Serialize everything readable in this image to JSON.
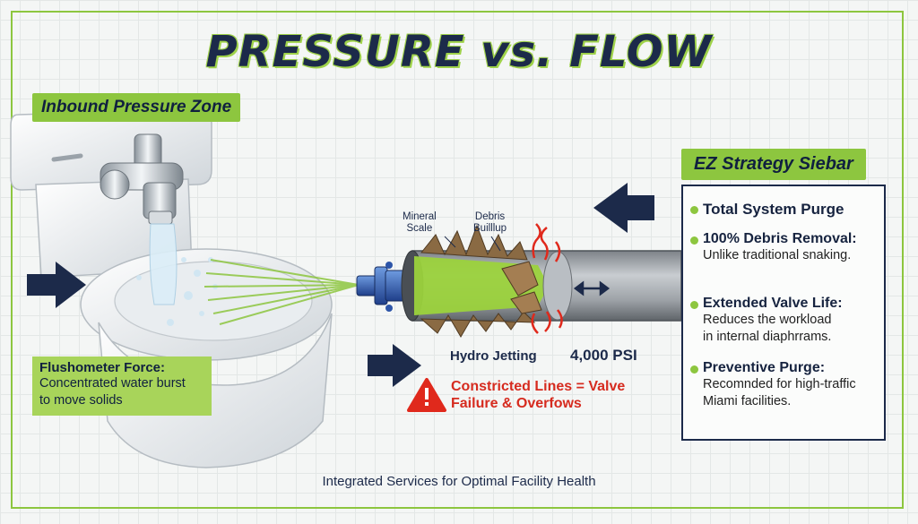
{
  "title": "PRESSURE vs. FLOW",
  "inbound_label": "Inbound Pressure Zone",
  "flushometer": {
    "title": "Flushometer Force:",
    "desc_line1": "Concentrated water burst",
    "desc_line2": "to move solids"
  },
  "pipe_labels": {
    "mineral_line1": "Mineral",
    "mineral_line2": "Scale",
    "debris_line1": "Debris",
    "debris_line2": "Builllup"
  },
  "hydro_label": "Hydro Jetting",
  "psi_label": "4,000 PSI",
  "warning": {
    "line1": "Constricted Lines = Valve",
    "line2": "Failure & Overfows"
  },
  "sidebar": {
    "title": "EZ Strategy Siebar",
    "items": [
      {
        "head": "Total System Purge"
      },
      {
        "head": "100% Debris Removal:",
        "desc1": "Unlike traditional snaking."
      },
      {
        "head": "Extended Valve Life:",
        "desc1": "Reduces the workload",
        "desc2": "in internal diaphrrams."
      },
      {
        "head": "Preventive Purge:",
        "desc1": "Recomnded for high-traffic",
        "desc2": "Miami facilities."
      }
    ]
  },
  "footer": "Integrated Services for Optimal Facility Health",
  "colors": {
    "accent_green": "#8dc63f",
    "navy": "#1c2a4a",
    "warning_red": "#d62b1f"
  },
  "icons": [
    "arrow-right-icon",
    "arrow-left-icon",
    "warning-icon",
    "double-arrow-icon",
    "bullet-dot-icon"
  ]
}
